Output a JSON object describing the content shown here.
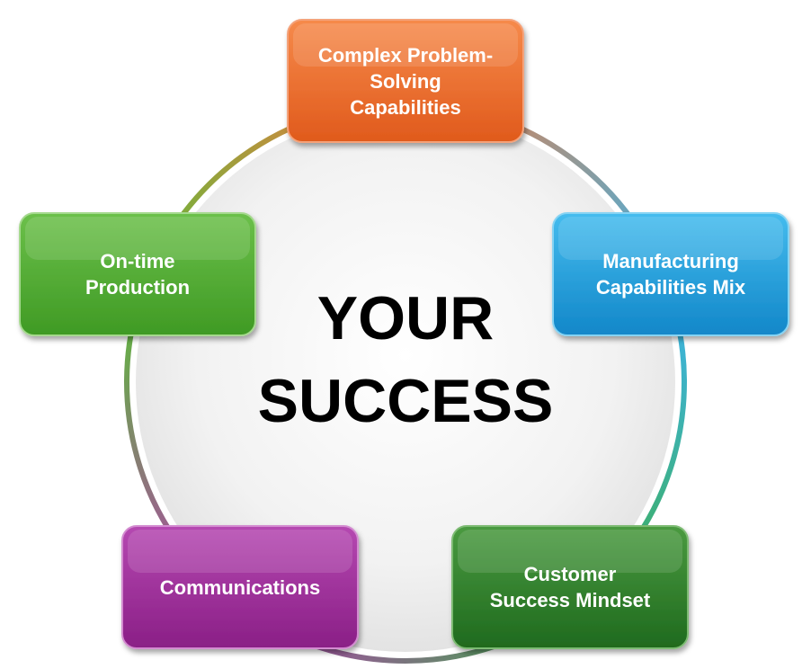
{
  "center": {
    "title": "YOUR\nSUCCESS"
  },
  "nodes": [
    {
      "id": "complex-problem-solving",
      "label": "Complex Problem-\nSolving\nCapabilities",
      "color": "#E8672A"
    },
    {
      "id": "manufacturing-capabilities-mix",
      "label": "Manufacturing\nCapabilities Mix",
      "color": "#1E9CD8"
    },
    {
      "id": "customer-success-mindset",
      "label": "Customer\nSuccess Mindset",
      "color": "#2F7D2B"
    },
    {
      "id": "communications",
      "label": "Communications",
      "color": "#9B2C97"
    },
    {
      "id": "on-time-production",
      "label": "On-time\nProduction",
      "color": "#4FA72E"
    }
  ],
  "ring_colors": {
    "complex-to-manufacturing": [
      "#F07B3F",
      "#3DB4E8"
    ],
    "manufacturing-to-customer": [
      "#3DB4E8",
      "#3DAE48"
    ],
    "customer-to-communications": [
      "#3DAE48",
      "#B43CB0"
    ],
    "communications-to-ontime": [
      "#B43CB0",
      "#5DBB3B"
    ],
    "ontime-to-complex": [
      "#5DBB3B",
      "#F07B3F"
    ]
  }
}
